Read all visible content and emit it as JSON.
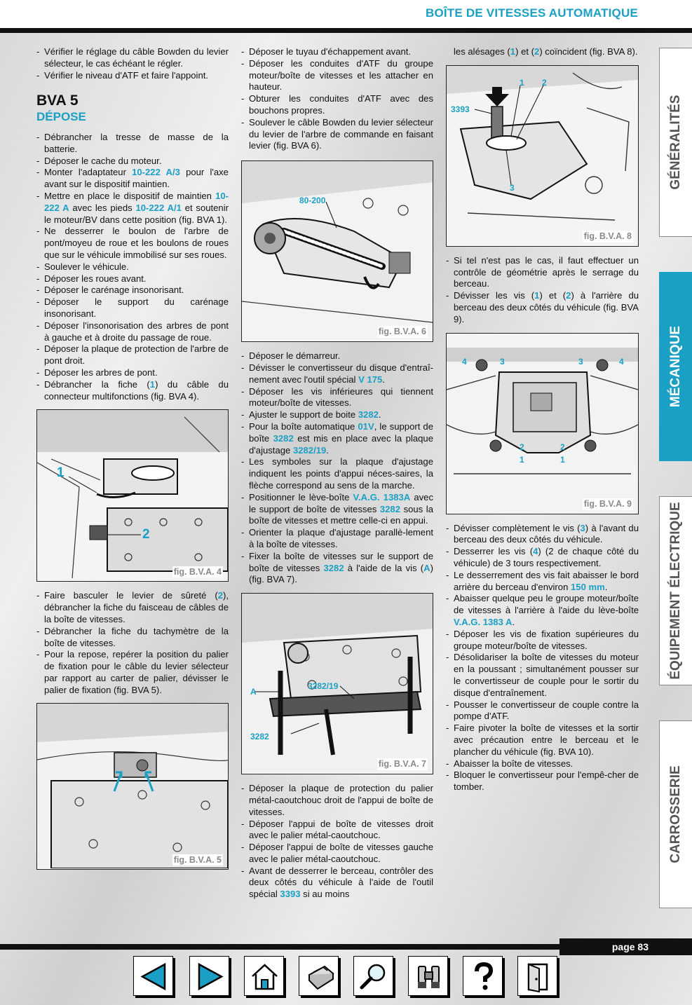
{
  "header": {
    "title": "BOÎTE DE VITESSES AUTOMATIQUE"
  },
  "col1": {
    "intro": [
      "Vérifier le réglage du câble Bowden du levier sélecteur, le cas échéant le régler.",
      "Vérifier le niveau d'ATF et faire l'appoint."
    ],
    "heading": "BVA 5",
    "subheading": "DÉPOSE",
    "steps_a": [
      "Débrancher la tresse de masse de la batterie.",
      "Déposer le cache du moteur."
    ],
    "adapt": {
      "a": "Monter l'adaptateur ",
      "tool": "10-222 A/3",
      "b": " pour l'axe avant sur le dispositif maintien."
    },
    "maint": {
      "a": "Mettre en place le dispositif de maintien ",
      "tool1": "10-222 A",
      "b": " avec les pieds ",
      "tool2": "10-222 A/1",
      "c": " et soutenir le moteur/BV dans cette position (fig. BVA 1)."
    },
    "steps_b": [
      "Ne desserrer le boulon de l'arbre de pont/moyeu de roue et les boulons de roues que sur le véhicule immobilisé sur ses roues.",
      "Soulever le véhicule.",
      "Déposer les roues avant.",
      "Déposer le carénage insonorisant.",
      "Déposer le support du carénage insonorisant.",
      "Déposer l'insonorisation des arbres de pont à gauche et à droite du passage de roue.",
      "Déposer la plaque de protection de l'arbre de pont droit.",
      "Déposer les arbres de pont."
    ],
    "fiche": {
      "a": "Débrancher la fiche (",
      "n": "1",
      "b": ") du câble du connecteur multifonctions (fig. BVA 4)."
    },
    "fig4": {
      "caption": "fig. B.V.A. 4",
      "l1": "1",
      "l2": "2"
    },
    "surete": {
      "a": "Faire basculer le levier de sûreté (",
      "n": "2",
      "b": "), débrancher la fiche du faisceau de câbles de la boîte de vitesses."
    },
    "steps_c": [
      "Débrancher la fiche du tachymètre de la boîte de vitesses.",
      "Pour la repose, repérer la position du palier de fixation pour le câble du levier sélecteur par rapport au carter de palier, dévisser le palier de fixation (fig. BVA 5)."
    ],
    "fig5": {
      "caption": "fig. B.V.A. 5"
    }
  },
  "col2": {
    "steps_a": [
      "Déposer le tuyau d'échappement avant.",
      "Déposer les conduites d'ATF du groupe moteur/boîte de vitesses et les attacher en hauteur.",
      "Obturer les conduites d'ATF avec des bouchons propres.",
      "Soulever le câble Bowden du levier sélecteur du levier de l'arbre de commande en faisant levier (fig. BVA 6)."
    ],
    "fig6": {
      "caption": "fig. B.V.A. 6",
      "label": "80-200"
    },
    "demarreur": "Déposer le démarreur.",
    "conv": {
      "a": "Dévisser le convertisseur du disque d'entraî-nement avec l'outil spécial ",
      "tool": "V 175",
      "b": "."
    },
    "vis_inf": "Déposer les vis inférieures qui tiennent moteur/boîte de vitesses.",
    "ajuster": {
      "a": "Ajuster le support de boite ",
      "tool": "3282",
      "b": "."
    },
    "pour": {
      "a": "Pour la boîte automatique ",
      "t1": "01V",
      "b": ", le support de boîte ",
      "t2": "3282",
      "c": " est mis en place avec la plaque d'ajustage ",
      "t3": "3282/19",
      "d": "."
    },
    "symboles": "Les symboles sur la plaque d'ajustage indiquent les points d'appui néces-saires, la flèche correspond au sens de la marche.",
    "position": {
      "a": "Positionner le lève-boîte ",
      "t1": "V.A.G. 1383A",
      "b": " avec le support de boîte de vitesses ",
      "t2": "3282",
      "c": " sous la boîte de vitesses et mettre celle-ci en appui."
    },
    "orienter": "Orienter la plaque d'ajustage parallè-lement à la boîte de vitesses.",
    "fixer": {
      "a": "Fixer la boîte de vitesses sur le support de boîte de vitesses ",
      "t1": "3282",
      "b": " à l'aide de la vis (",
      "t2": "A",
      "c": ") (fig. BVA 7)."
    },
    "fig7": {
      "caption": "fig. B.V.A. 7",
      "l1": "3282/19",
      "l2": "A",
      "l3": "3282"
    },
    "steps_b": [
      "Déposer la plaque de protection du palier métal-caoutchouc droit de l'appui de boîte de vitesses.",
      "Déposer l'appui de boîte de vitesses droit avec le palier métal-caoutchouc.",
      "Déposer l'appui de boîte de vitesses gauche avec le palier métal-caoutchouc."
    ],
    "avant": {
      "a": "Avant de desserrer le berceau, contrôler des deux côtés du véhicule à l'aide de l'outil spécial ",
      "tool": "3393",
      "b": " si au moins"
    }
  },
  "col3": {
    "cont": {
      "a": "les alésages (",
      "n1": "1",
      "b": ") et (",
      "n2": "2",
      "c": ") coïncident (fig. BVA 8)."
    },
    "fig8": {
      "caption": "fig. B.V.A. 8",
      "l1": "1",
      "l2": "2",
      "l3": "3393",
      "l4": "3"
    },
    "si": "Si tel n'est pas le cas, il faut effectuer un contrôle de géométrie après le serrage du berceau.",
    "devisser": {
      "a": "Dévisser les vis (",
      "n1": "1",
      "b": ") et (",
      "n2": "2",
      "c": ") à l'arrière du berceau des deux côtés du véhicule (fig. BVA 9)."
    },
    "fig9": {
      "caption": "fig. B.V.A. 9",
      "l4": "4",
      "l3": "3",
      "l2": "2",
      "l1": "1"
    },
    "compl": {
      "a": "Dévisser complètement le vis (",
      "n": "3",
      "b": ") à l'avant du berceau des deux côtés du véhicule."
    },
    "desserrer": {
      "a": "Desserrer les vis (",
      "n": "4",
      "b": ") (2 de chaque côté du véhicule) de 3 tours respectivement."
    },
    "abaisse": {
      "a": "Le desserrement des vis fait abaisser le bord arrière du berceau d'environ ",
      "v": "150 mm",
      "b": "."
    },
    "abaisser": {
      "a": "Abaisser quelque peu le groupe moteur/boîte de vitesses à l'arrière à l'aide du lève-boîte ",
      "t": "V.A.G. 1383 A",
      "b": "."
    },
    "steps": [
      "Déposer les vis de fixation supérieures du groupe moteur/boîte de vitesses.",
      "Désolidariser la boîte de vitesses du moteur en la poussant ; simultanément pousser sur le convertisseur de couple pour le sortir du disque d'entraînement.",
      "Pousser le convertisseur de couple contre la pompe d'ATF.",
      "Faire pivoter la boîte de vitesses et la sortir avec précaution entre le berceau et le plancher du véhicule (fig. BVA 10).",
      "Abaisser la boîte de vitesses.",
      "Bloquer le convertisseur pour l'empê-cher de tomber."
    ]
  },
  "tabs": [
    "GÉNÉRALITÉS",
    "MÉCANIQUE",
    "ÉQUIPEMENT ÉLECTRIQUE",
    "CARROSSERIE"
  ],
  "colors": {
    "accent": "#1aa0c4"
  },
  "footer": {
    "page": "page 83"
  },
  "nav_icons": [
    "arrow-left-icon",
    "arrow-right-icon",
    "home-icon",
    "printer-icon",
    "search-icon",
    "binoculars-icon",
    "help-icon",
    "exit-door-icon"
  ]
}
